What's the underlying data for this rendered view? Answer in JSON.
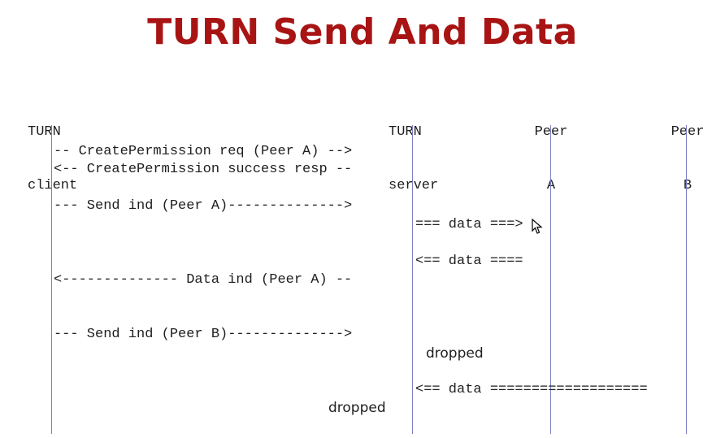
{
  "title": "TURN Send And Data",
  "participants": {
    "client": {
      "line1": "TURN",
      "line2": "client"
    },
    "server": {
      "line1": "TURN",
      "line2": "server"
    },
    "peer_a": {
      "line1": "Peer",
      "line2": "A"
    },
    "peer_b": {
      "line1": "Peer",
      "line2": "B"
    }
  },
  "messages": [
    "-- CreatePermission req (Peer A) -->",
    "<-- CreatePermission success resp --",
    "--- Send ind (Peer A)-------------->",
    "=== data ===>",
    "<== data ====",
    "<-------------- Data ind (Peer A) --",
    "--- Send ind (Peer B)-------------->",
    "<== data ==================="
  ],
  "notes": [
    "dropped",
    "dropped"
  ]
}
